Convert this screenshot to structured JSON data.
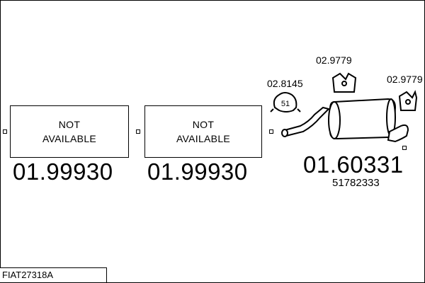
{
  "sections": [
    {
      "not_available_lines": [
        "NOT",
        "AVAILABLE"
      ],
      "part_number": "01.99930"
    },
    {
      "not_available_lines": [
        "NOT",
        "AVAILABLE"
      ],
      "part_number": "01.99930"
    },
    {
      "part_number": "01.60331",
      "oem_number": "51782333",
      "accessories": [
        {
          "part_number": "02.8145",
          "ring_label": "51"
        },
        {
          "part_number": "02.9779"
        },
        {
          "part_number": "02.9779"
        }
      ]
    }
  ],
  "assembly_code": "FIAT27318A"
}
